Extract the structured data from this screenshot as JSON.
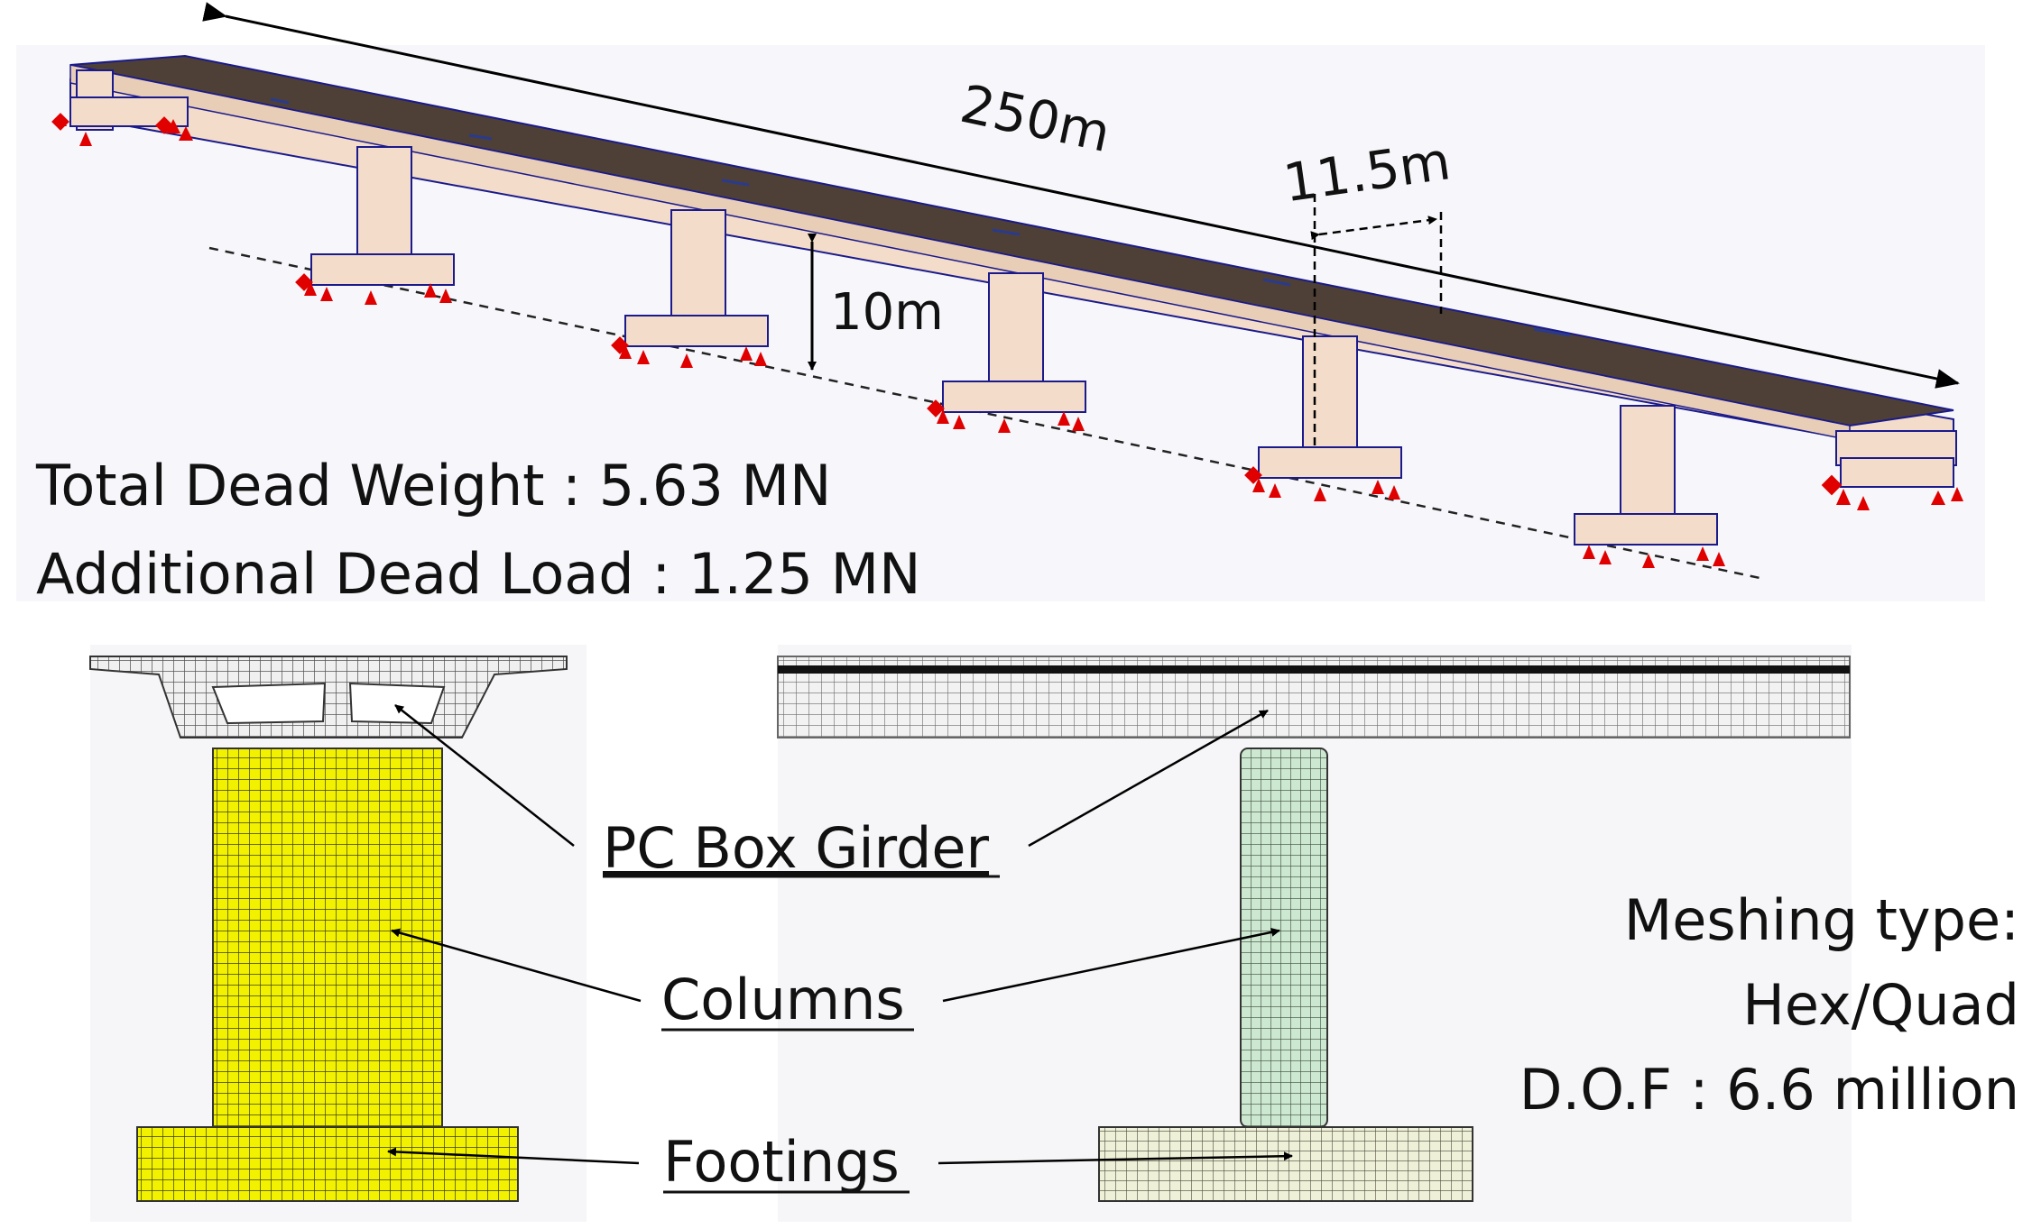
{
  "top_panel": {
    "dim_length": "250m",
    "dim_span": "11.5m",
    "dim_height": "10m",
    "dead_weight": "Total Dead Weight : 5.63 MN",
    "additional_load": "Additional Dead Load : 1.25 MN"
  },
  "bottom_panel": {
    "label_girder": "PC Box Girder",
    "label_columns": "Columns",
    "label_footings": "Footings",
    "meshing_type_label": "Meshing type:",
    "meshing_type_value": "Hex/Quad",
    "dof": "D.O.F :  6.6 million"
  },
  "colors": {
    "deck": "#4e4036",
    "concrete": "#f3dcc9",
    "node_blue": "#1a1a8c",
    "support_red": "#e00000",
    "mesh_yellow": "#f2f200",
    "mesh_green": "#cde8d0",
    "mesh_cream": "#eef0d8"
  }
}
